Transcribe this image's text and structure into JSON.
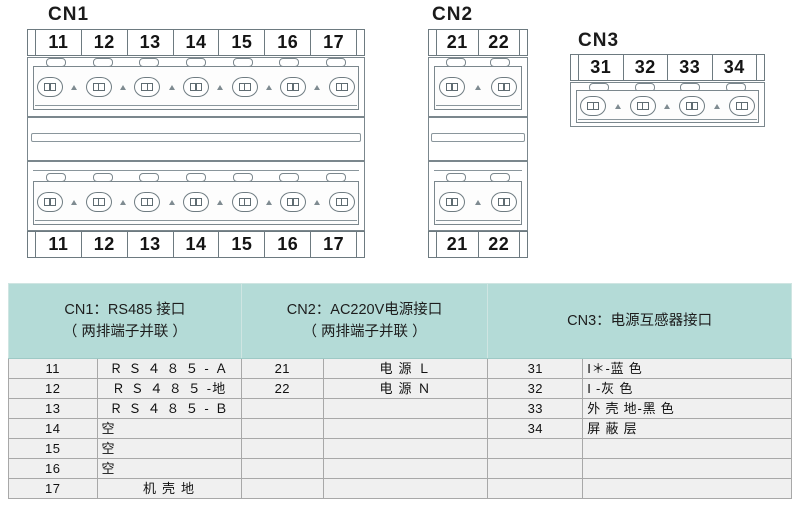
{
  "diagram": {
    "connectors": [
      {
        "title": "CN1",
        "type": "dual-row-terminal-block",
        "terminals": [
          "11",
          "12",
          "13",
          "14",
          "15",
          "16",
          "17"
        ]
      },
      {
        "title": "CN2",
        "type": "dual-row-terminal-block",
        "terminals": [
          "21",
          "22"
        ]
      },
      {
        "title": "CN3",
        "type": "single-row-terminal-block",
        "terminals": [
          "31",
          "32",
          "33",
          "34"
        ]
      }
    ]
  },
  "table": {
    "header_bg": "#b4dbd7",
    "row_bg": "#f0f0f0",
    "groups": [
      {
        "header_line1": "CN1：RS485 接口",
        "header_line2": "（ 两排端子并联 ）",
        "rows": [
          {
            "num": "11",
            "value": "Ｒ Ｓ ４ ８ ５ - Ａ",
            "align": "center"
          },
          {
            "num": "12",
            "value": "Ｒ Ｓ ４ ８ ５ -地",
            "align": "center"
          },
          {
            "num": "13",
            "value": "Ｒ Ｓ ４ ８ ５ - Ｂ",
            "align": "center"
          },
          {
            "num": "14",
            "value": "空",
            "align": "left"
          },
          {
            "num": "15",
            "value": "空",
            "align": "left"
          },
          {
            "num": "16",
            "value": "空",
            "align": "left"
          },
          {
            "num": "17",
            "value": "机 壳 地",
            "align": "center"
          }
        ]
      },
      {
        "header_line1": "CN2：AC220V电源接口",
        "header_line2": "（ 两排端子并联 ）",
        "rows": [
          {
            "num": "21",
            "value": "电 源  Ｌ",
            "align": "center"
          },
          {
            "num": "22",
            "value": "电 源  Ｎ",
            "align": "center"
          },
          {
            "num": "",
            "value": "",
            "align": "center"
          },
          {
            "num": "",
            "value": "",
            "align": "center"
          },
          {
            "num": "",
            "value": "",
            "align": "center"
          },
          {
            "num": "",
            "value": "",
            "align": "center"
          },
          {
            "num": "",
            "value": "",
            "align": "center"
          }
        ]
      },
      {
        "header_line1": "CN3：电源互感器接口",
        "header_line2": "",
        "rows": [
          {
            "num": "31",
            "value": "I＊-蓝 色",
            "align": "left"
          },
          {
            "num": "32",
            "value": "I -灰 色",
            "align": "left"
          },
          {
            "num": "33",
            "value": "外 壳 地-黑 色",
            "align": "left"
          },
          {
            "num": "34",
            "value": "屏 蔽 层",
            "align": "left"
          },
          {
            "num": "",
            "value": "",
            "align": "left"
          },
          {
            "num": "",
            "value": "",
            "align": "left"
          },
          {
            "num": "",
            "value": "",
            "align": "left"
          }
        ]
      }
    ]
  }
}
